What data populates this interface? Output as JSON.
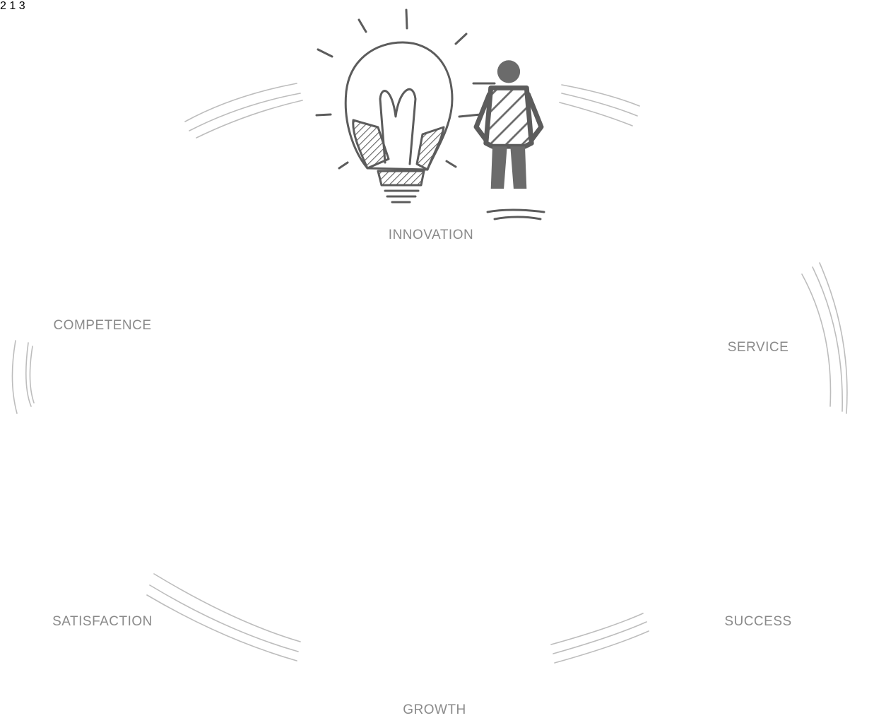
{
  "nodes": [
    {
      "id": "innovation",
      "label": "INNOVATION",
      "icon": "lightbulb-icon"
    },
    {
      "id": "service",
      "label": "SERVICE",
      "icon": "wrench-icon"
    },
    {
      "id": "success",
      "label": "SUCCESS",
      "icon": "podium-icon"
    },
    {
      "id": "growth",
      "label": "GROWTH",
      "icon": "bar-steps-icon"
    },
    {
      "id": "satisfaction",
      "label": "SATISFACTION",
      "icon": "stars-icon"
    },
    {
      "id": "competence",
      "label": "COMPETENCE",
      "icon": "gear-icon"
    }
  ],
  "podium_numbers": [
    "2",
    "1",
    "3"
  ],
  "colors": {
    "sketch": "#5c5c5c",
    "label": "#8a8a8a",
    "arc": "#bdbdbd"
  }
}
